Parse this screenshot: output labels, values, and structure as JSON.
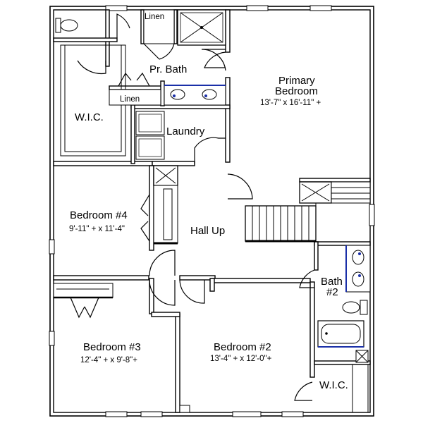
{
  "rooms": {
    "linen_top": "Linen",
    "pr_bath": "Pr. Bath",
    "linen_mid": "Linen",
    "wic_left": "W.I.C.",
    "laundry": "Laundry",
    "primary_bedroom_l1": "Primary",
    "primary_bedroom_l2": "Bedroom",
    "primary_bedroom_dim": "13'-7\" x 16'-11\" +",
    "bedroom4": "Bedroom #4",
    "bedroom4_dim": "9'-11\" + x 11'-4\"",
    "hall_up": "Hall Up",
    "bath2_l1": "Bath",
    "bath2_l2": "#2",
    "bedroom3": "Bedroom #3",
    "bedroom3_dim": "12'-4\" + x 9'-8\"+",
    "bedroom2": "Bedroom #2",
    "bedroom2_dim": "13'-4\" + x 12'-0\"+",
    "wic_right": "W.I.C."
  },
  "colors": {
    "wall": "#000000",
    "background": "#ffffff",
    "fixture_accent": "#1a2fa8"
  }
}
